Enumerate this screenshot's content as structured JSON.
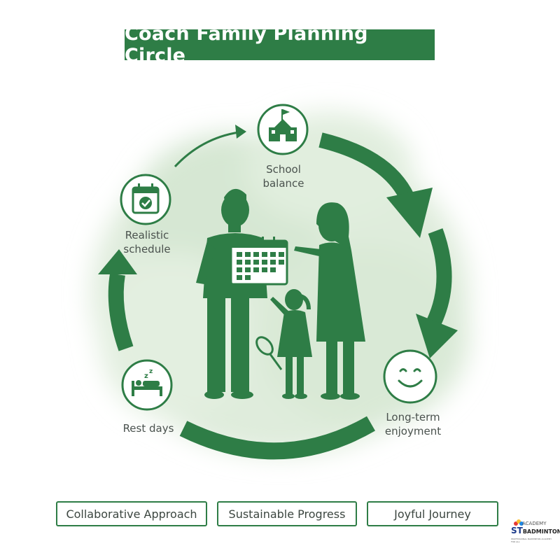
{
  "title": "Coach Family Planning Circle",
  "nodes": {
    "school": {
      "label_lines": [
        "School",
        "balance"
      ],
      "icon": "school-icon"
    },
    "schedule": {
      "label_lines": [
        "Realistic",
        "schedule"
      ],
      "icon": "calendar-check-icon"
    },
    "rest": {
      "label": "Rest days",
      "icon": "sleeping-bed-icon"
    },
    "enjoyment": {
      "label_lines": [
        "Long-term",
        "enjoyment"
      ],
      "icon": "smiley-icon"
    }
  },
  "pills": [
    {
      "label": "Collaborative Approach"
    },
    {
      "label": "Sustainable Progress"
    },
    {
      "label": "Joyful Journey"
    }
  ],
  "logo": {
    "top_text": "ACADEMY",
    "main_text_prefix": "ST",
    "main_text_suffix": "BADMINTON",
    "tagline": "PROFESSIONAL BADMINTON ACADEMY FOR ALL"
  },
  "colors": {
    "primary_green": "#2e7d46",
    "wash_green": "#dcead9",
    "text_gray": "#4a524e"
  },
  "illustration": {
    "subject": "family-with-coach-silhouette"
  }
}
